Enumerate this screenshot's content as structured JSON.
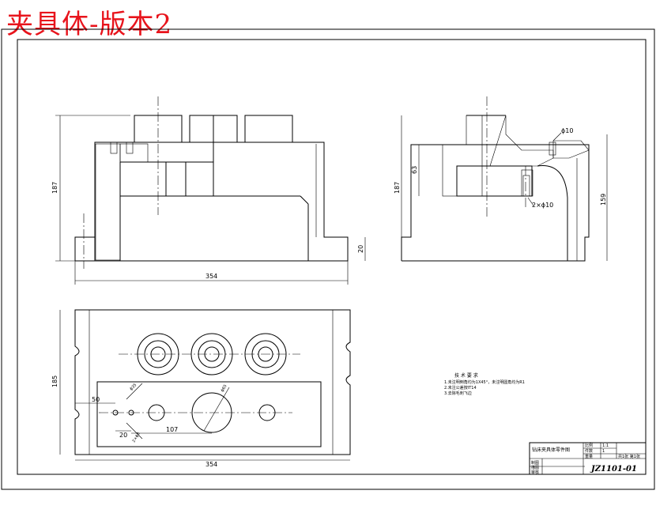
{
  "title": "夹具体-版本2",
  "dimensions": {
    "front_width": "354",
    "front_height": "187",
    "front_base": "20",
    "side_height": "187",
    "side_inner": "63",
    "side_right": "159",
    "side_hole": "ϕ10",
    "side_holes": "2×ϕ10",
    "top_width": "354",
    "top_height": "185",
    "top_50": "50",
    "top_20": "20",
    "top_107": "107",
    "top_dia1": "ϕ35",
    "top_dia2": "2×ϕ8",
    "top_dia3": "ϕ65"
  },
  "tech_notes": {
    "heading": "技 术 要 求",
    "line1": "1.未注明倒角均为1X45°，未注明圆角均为R1",
    "line2": "2.未注公差按IT14",
    "line3": "3.去除毛刺飞边"
  },
  "title_block": {
    "name": "钻床夹具体零件图",
    "scale_label": "比例",
    "scale_value": "1:1",
    "qty_label": "件数",
    "qty_value": "1",
    "material_label": "重量",
    "drawn_label": "制图",
    "check_label": "描图",
    "review_label": "审核",
    "org": "共1张 第1张",
    "code": "JZ1101-01"
  }
}
